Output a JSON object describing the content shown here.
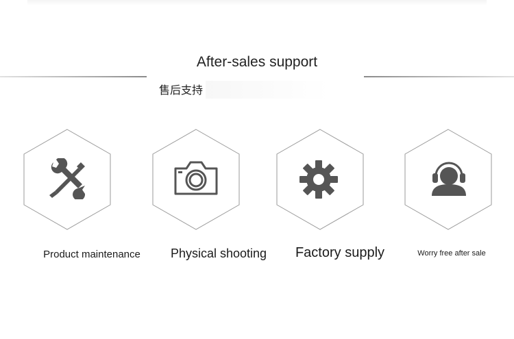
{
  "header": {
    "title": "After-sales support",
    "subtitle": "售后支持"
  },
  "features": [
    {
      "label": "Product maintenance",
      "icon": "tools-icon"
    },
    {
      "label": "Physical shooting",
      "icon": "camera-icon"
    },
    {
      "label": "Factory supply",
      "icon": "gear-icon"
    },
    {
      "label": "Worry free after sale",
      "icon": "headset-support-icon"
    }
  ],
  "colors": {
    "icon": "#555555",
    "hex_border": "#9a9a9a",
    "text": "#1a1a1a"
  }
}
